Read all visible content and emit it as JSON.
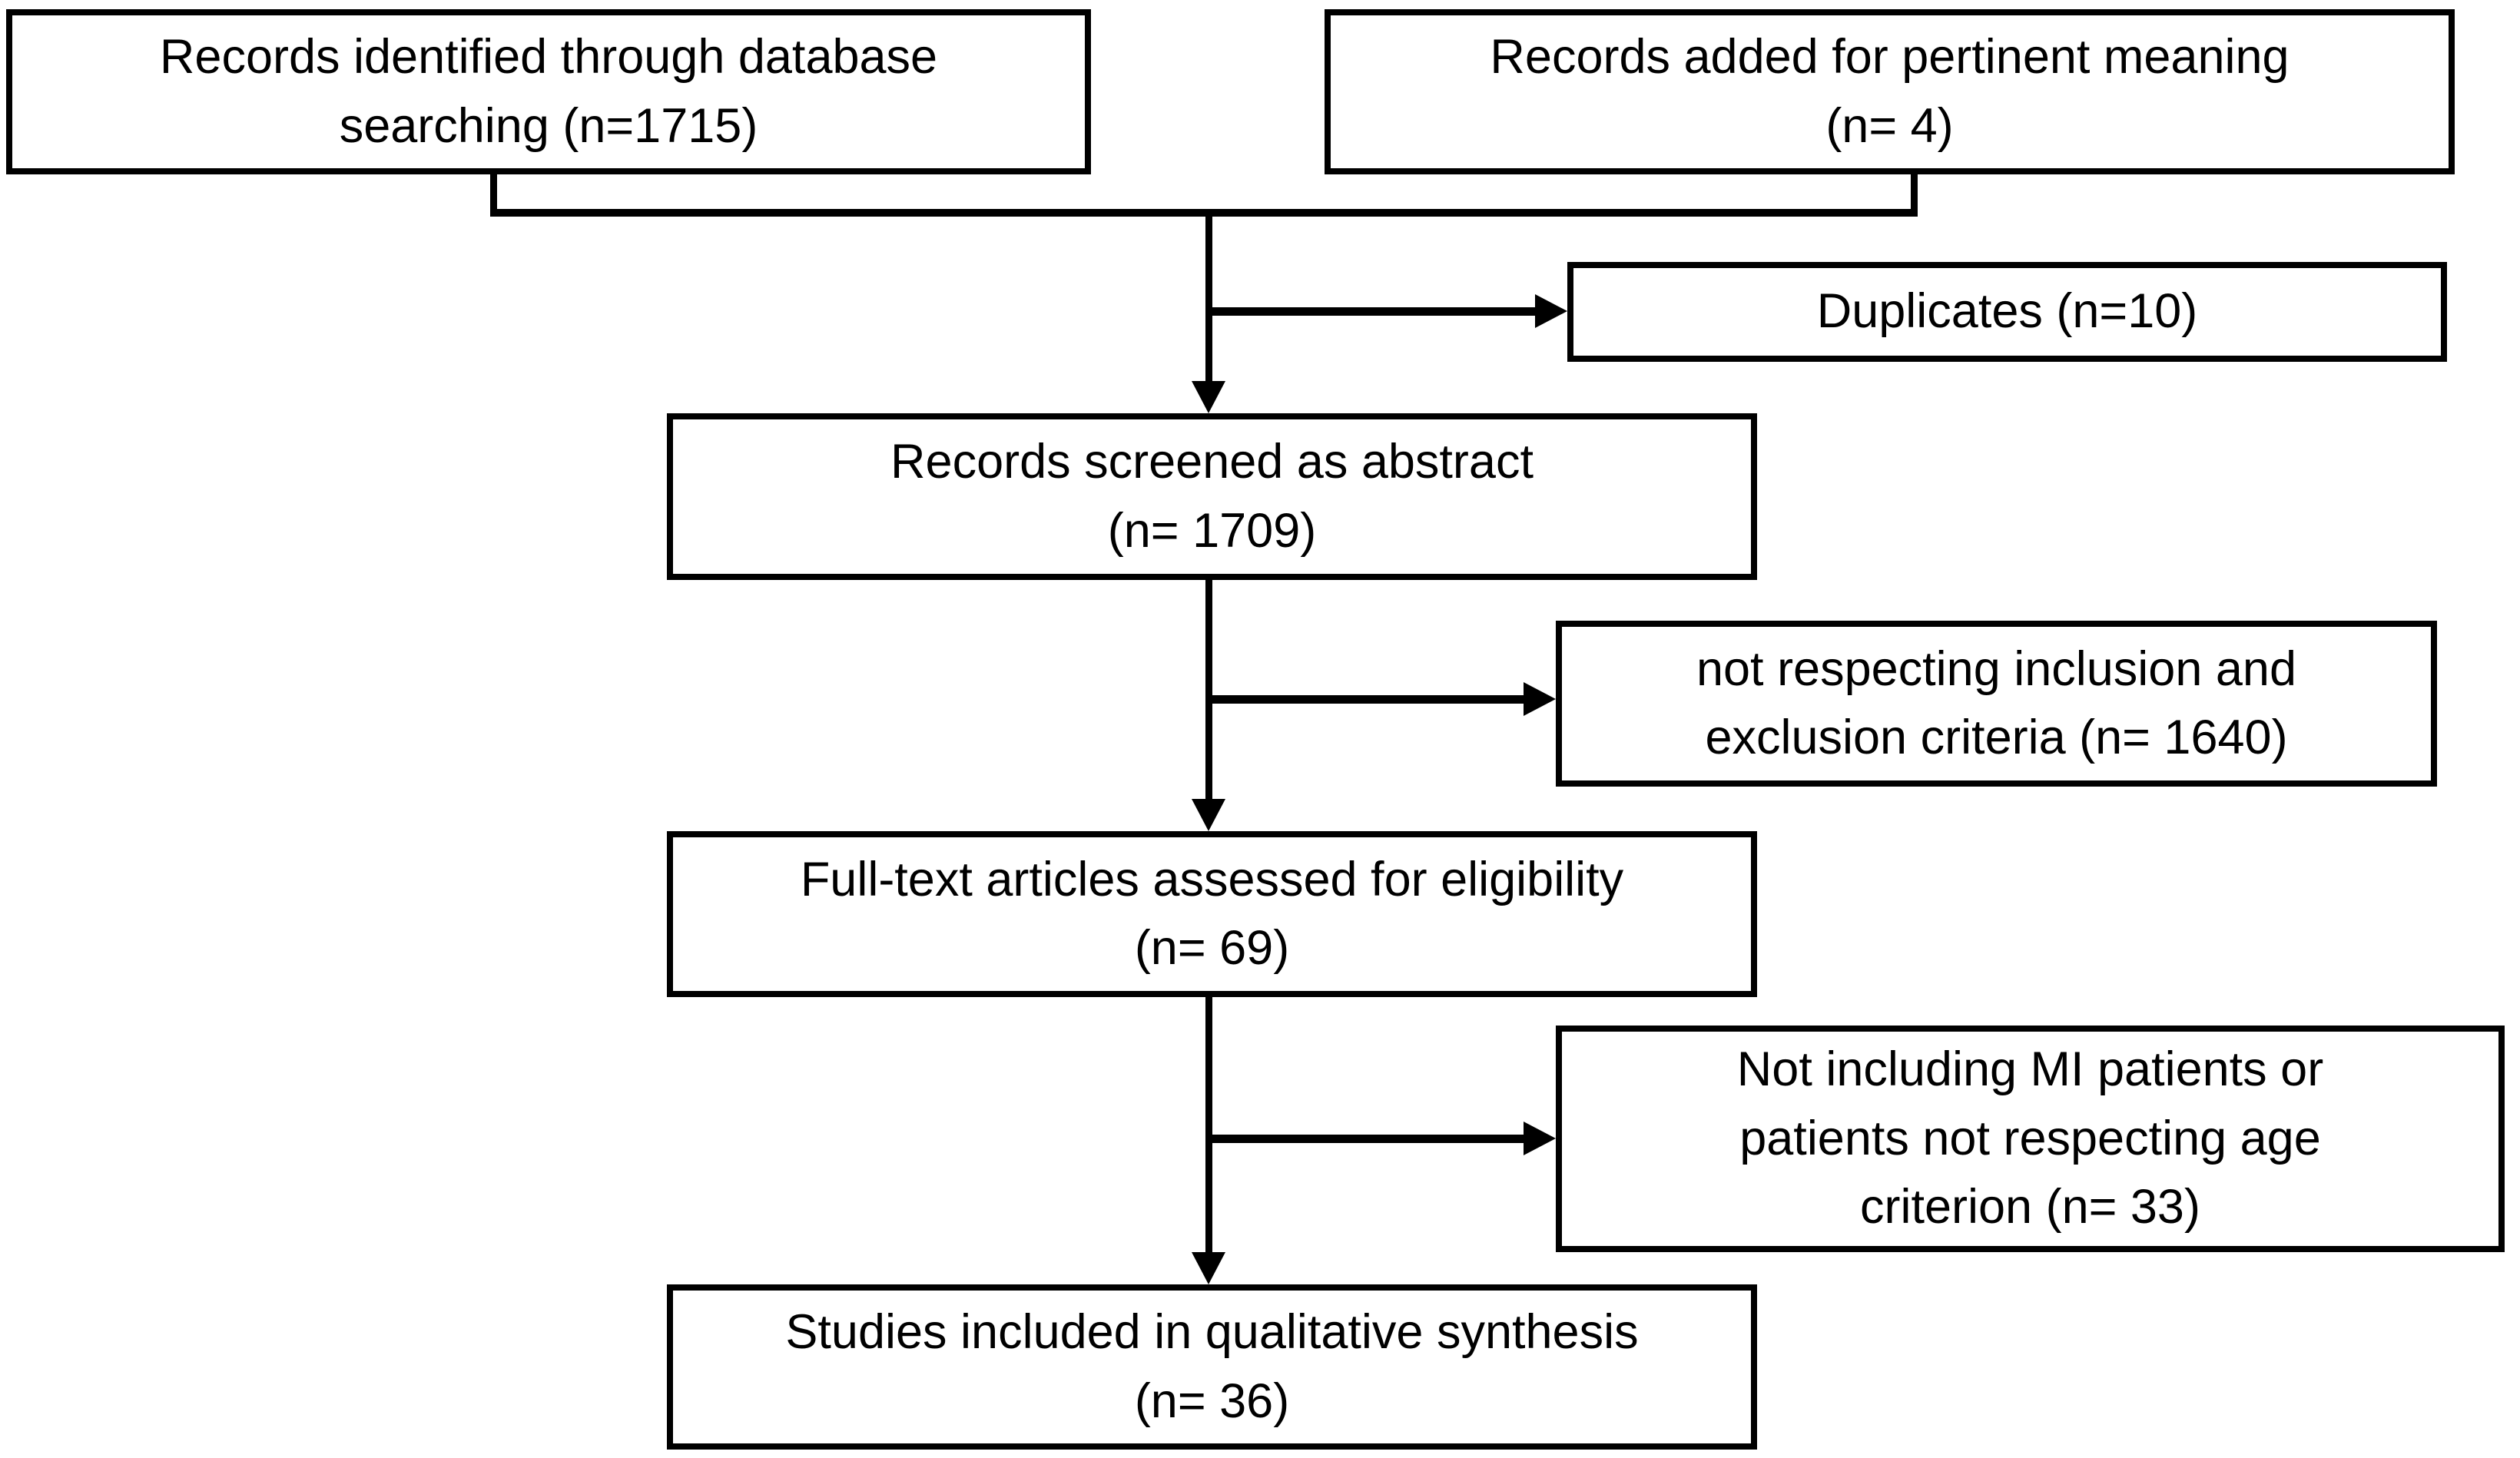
{
  "colors": {
    "background": "#ffffff",
    "border": "#000000",
    "text": "#000000"
  },
  "boxes": {
    "identified": {
      "lines": [
        "Records identified through database",
        "searching (n=1715)"
      ]
    },
    "added": {
      "lines": [
        "Records added for pertinent meaning",
        "(n= 4)"
      ]
    },
    "duplicates": {
      "lines": [
        "Duplicates (n=10)"
      ]
    },
    "screened": {
      "lines": [
        "Records screened as abstract",
        "(n= 1709)"
      ]
    },
    "excluded_screening": {
      "lines": [
        "not respecting inclusion and",
        "exclusion criteria (n= 1640)"
      ]
    },
    "fulltext": {
      "lines": [
        "Full-text articles assessed for eligibility",
        "(n= 69)"
      ]
    },
    "excluded_fulltext": {
      "lines": [
        "Not including MI patients or",
        "patients not respecting age",
        "criterion (n= 33)"
      ]
    },
    "included": {
      "lines": [
        "Studies included in qualitative synthesis",
        "(n= 36)"
      ]
    }
  }
}
